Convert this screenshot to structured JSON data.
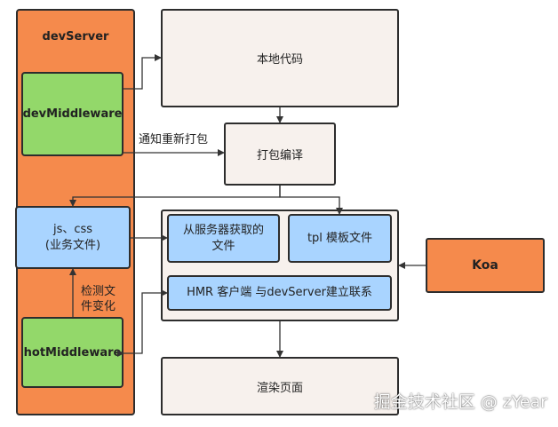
{
  "nodes": {
    "dev_server": "devServer",
    "dev_middleware": "devMiddleware",
    "hot_middleware": "hotMiddleware",
    "js_css_line1": "js、css",
    "js_css_line2": "(业务文件)",
    "local_code": "本地代码",
    "bundle_compile": "打包编译",
    "fetch_from_server_line1": "从服务器获取的",
    "fetch_from_server_line2": "文件",
    "tpl_template": "tpl 模板文件",
    "hmr_client": "HMR 客户端 与devServer建立联系",
    "koa": "Koa",
    "render_page": "渲染页面"
  },
  "edge_labels": {
    "notify_rebundle": "通知重新打包",
    "detect_change_line1": "检测文",
    "detect_change_line2": "件变化"
  },
  "watermark": "掘金技术社区 @ zYear"
}
